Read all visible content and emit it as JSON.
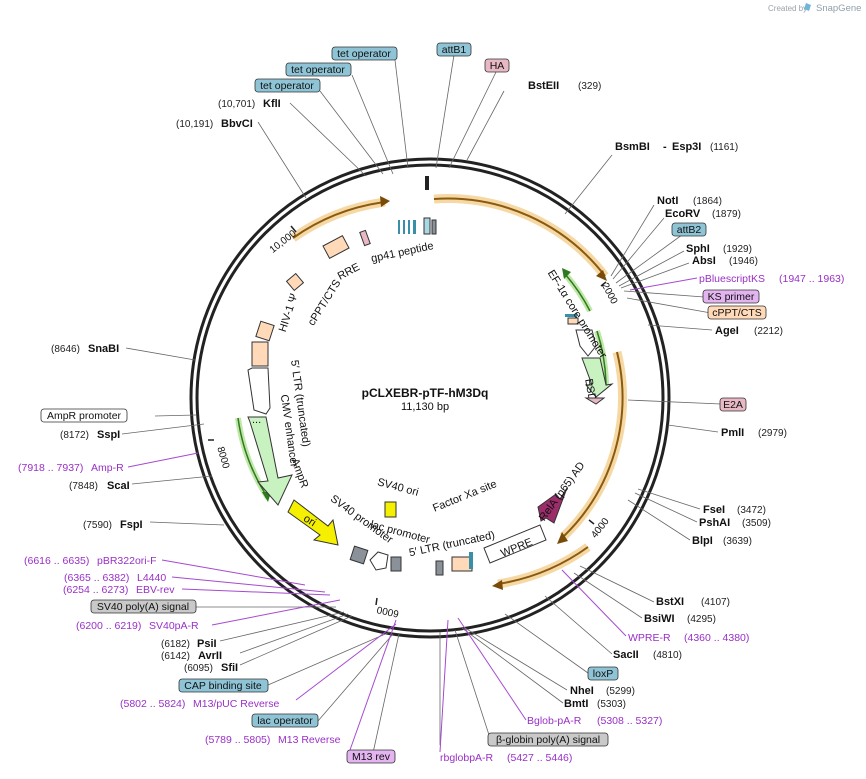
{
  "brand": {
    "created_by": "Created by",
    "name": "SnapGene"
  },
  "map": {
    "name": "pCLXEBR-pTF-hM3Dq",
    "size_label": "11,130 bp"
  },
  "ticks": [
    {
      "label": "2000"
    },
    {
      "label": "4000"
    },
    {
      "label": "6000"
    },
    {
      "label": "8000"
    },
    {
      "label": "10,000"
    }
  ],
  "enzymes": [
    {
      "name": "BstEII",
      "pos": "(329)"
    },
    {
      "name": "BsmBI",
      "sep": "-",
      "name2": "Esp3I",
      "pos": "(1161)"
    },
    {
      "name": "NotI",
      "pos": "(1864)"
    },
    {
      "name": "EcoRV",
      "pos": "(1879)"
    },
    {
      "name": "SphI",
      "pos": "(1929)"
    },
    {
      "name": "AbsI",
      "pos": "(1946)"
    },
    {
      "name": "AgeI",
      "pos": "(2212)"
    },
    {
      "name": "PmlI",
      "pos": "(2979)"
    },
    {
      "name": "FseI",
      "pos": "(3472)"
    },
    {
      "name": "PshAI",
      "pos": "(3509)"
    },
    {
      "name": "BlpI",
      "pos": "(3639)"
    },
    {
      "name": "BstXI",
      "pos": "(4107)"
    },
    {
      "name": "BsiWI",
      "pos": "(4295)"
    },
    {
      "name": "SacII",
      "pos": "(4810)"
    },
    {
      "name": "NheI",
      "pos": "(5299)"
    },
    {
      "name": "BmtI",
      "pos": "(5303)"
    },
    {
      "name": "PsiI",
      "pos": "(6182)"
    },
    {
      "name": "AvrII",
      "pos": "(6142)"
    },
    {
      "name": "SfiI",
      "pos": "(6095)"
    },
    {
      "name": "ScaI",
      "pos": "(7848)"
    },
    {
      "name": "FspI",
      "pos": "(7590)"
    },
    {
      "name": "SspI",
      "pos": "(8172)"
    },
    {
      "name": "SnaBI",
      "pos": "(8646)"
    },
    {
      "name": "BbvCI",
      "pos": "(10,191)"
    },
    {
      "name": "KflI",
      "pos": "(10,701)"
    }
  ],
  "primers": [
    {
      "name": "pBluescriptKS",
      "range": "(1947 .. 1963)"
    },
    {
      "name": "WPRE-R",
      "range": "(4360 .. 4380)"
    },
    {
      "name": "Bglob-pA-R",
      "range": "(5308 .. 5327)"
    },
    {
      "name": "rbglobpA-R",
      "range": "(5427 .. 5446)"
    },
    {
      "name": "M13 Reverse",
      "range": "(5789 .. 5805)"
    },
    {
      "name": "M13/pUC Reverse",
      "range": "(5802 .. 5824)"
    },
    {
      "name": "SV40pA-R",
      "range": "(6200 .. 6219)"
    },
    {
      "name": "EBV-rev",
      "range": "(6254 .. 6273)"
    },
    {
      "name": "L4440",
      "range": "(6365 .. 6382)"
    },
    {
      "name": "pBR322ori-F",
      "range": "(6616 .. 6635)"
    },
    {
      "name": "Amp-R",
      "range": "(7918 .. 7937)"
    }
  ],
  "boxed_labels": [
    {
      "id": "tet-operator-1",
      "text": "tet operator",
      "color": "#8fc4d6"
    },
    {
      "id": "tet-operator-2",
      "text": "tet operator",
      "color": "#8fc4d6"
    },
    {
      "id": "tet-operator-3",
      "text": "tet operator",
      "color": "#8fc4d6"
    },
    {
      "id": "attB1",
      "text": "attB1",
      "color": "#8fc4d6"
    },
    {
      "id": "ha",
      "text": "HA",
      "color": "#e8b9c4"
    },
    {
      "id": "attB2",
      "text": "attB2",
      "color": "#8fc4d6"
    },
    {
      "id": "ks-primer",
      "text": "KS primer",
      "color": "#e3b4f0"
    },
    {
      "id": "cppt-cts-right",
      "text": "cPPT/CTS",
      "color": "#ffd9b8"
    },
    {
      "id": "e2a",
      "text": "E2A",
      "color": "#e8b9c4"
    },
    {
      "id": "loxp",
      "text": "loxP",
      "color": "#8fc4d6"
    },
    {
      "id": "bglobin-polya",
      "text": "β-globin poly(A) signal",
      "color": "#c9c9c9"
    },
    {
      "id": "m13-rev",
      "text": "M13 rev",
      "color": "#e3b4f0"
    },
    {
      "id": "lac-operator",
      "text": "lac operator",
      "color": "#8fc4d6"
    },
    {
      "id": "cap-binding-site",
      "text": "CAP binding site",
      "color": "#8fc4d6"
    },
    {
      "id": "sv40-polya",
      "text": "SV40 poly(A) signal",
      "color": "#c9c9c9"
    },
    {
      "id": "ampr-promoter",
      "text": "AmpR promoter",
      "color": "#ffffff"
    }
  ],
  "features": {
    "gp41_peptide": "gp41 peptide",
    "rre": "RRE",
    "cppt_cts": "cPPT/CTS",
    "hiv_psi": "HIV-1 Ψ",
    "ltr5_left": "5′ LTR (truncated)",
    "cmv_enhancer": "CMV enhancer",
    "ampr": "AmpR",
    "ori": "ori",
    "sv40_promoter": "SV40 promoter",
    "lac_promoter": "lac promoter",
    "sv40_ori": "SV40 ori",
    "factor_xa": "Factor Xa site",
    "ltr5_bottom": "5′ LTR (truncated)",
    "wpre": "WPRE",
    "rela": "RelA (p65) AD",
    "bsd": "BSD",
    "ef1a": "EF-1α core promoter"
  },
  "colors": {
    "backbone": "#222222",
    "orange_arc": "#e8a93a",
    "green": "#8fd07a",
    "peach": "#ffd9b8",
    "purple_primer": "#9a2fc6",
    "rela": "#9b2d6b",
    "yellow": "#f4f000",
    "gray_feature": "#8a9199"
  }
}
